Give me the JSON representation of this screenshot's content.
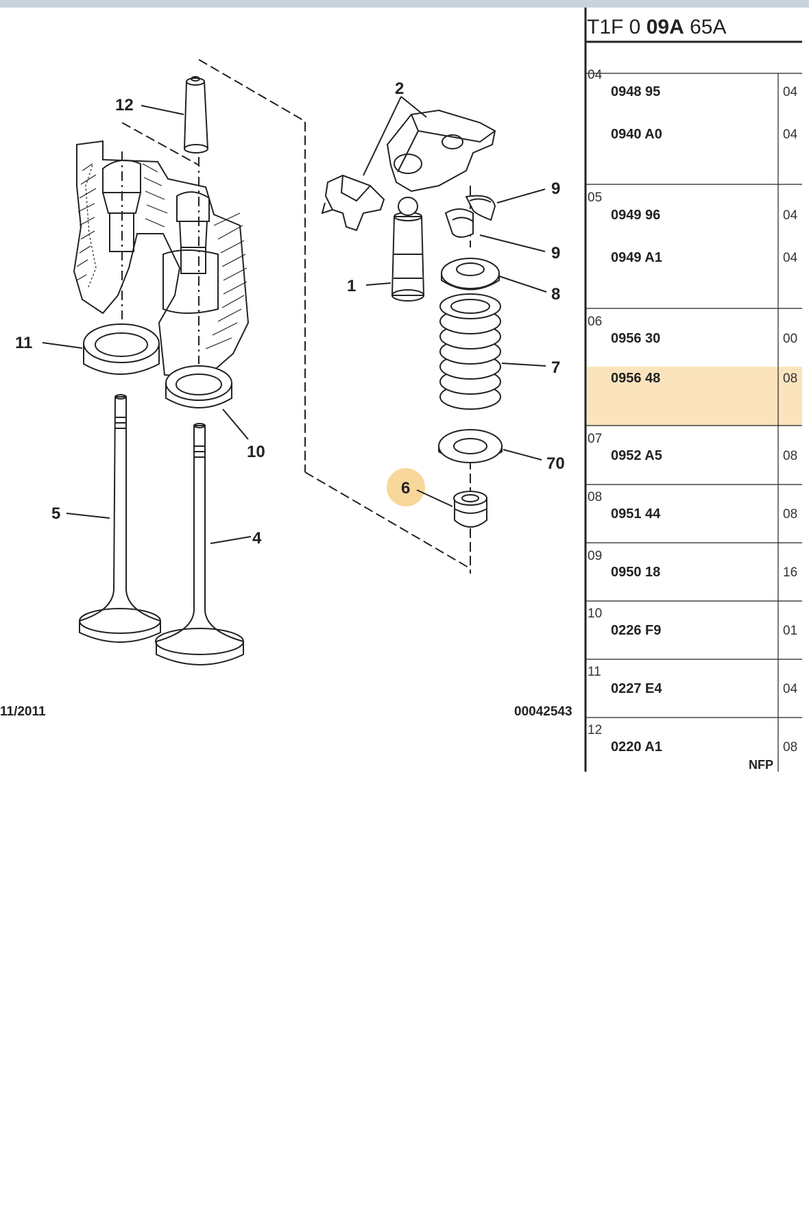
{
  "diagram": {
    "callouts": [
      "12",
      "2",
      "9",
      "9",
      "1",
      "8",
      "11",
      "7",
      "10",
      "70",
      "6",
      "5",
      "4"
    ],
    "footer_date": "11/2011",
    "footer_code": "00042543"
  },
  "catalog": {
    "ref_prefix": "T1F 0",
    "ref_bold": "09A",
    "ref_suffix": "65A",
    "rows": [
      {
        "group": "04",
        "parts": [
          {
            "number": "0948 95",
            "qty": "04"
          },
          {
            "number": "0940 A0",
            "qty": "04"
          }
        ]
      },
      {
        "group": "05",
        "parts": [
          {
            "number": "0949 96",
            "qty": "04"
          },
          {
            "number": "0949 A1",
            "qty": "04"
          }
        ]
      },
      {
        "group": "06",
        "parts": [
          {
            "number": "0956 30",
            "qty": "00"
          },
          {
            "number": "0956 48",
            "qty": "08",
            "highlighted": true
          }
        ]
      },
      {
        "group": "07",
        "parts": [
          {
            "number": "0952 A5",
            "qty": "08"
          }
        ]
      },
      {
        "group": "08",
        "parts": [
          {
            "number": "0951 44",
            "qty": "08"
          }
        ]
      },
      {
        "group": "09",
        "parts": [
          {
            "number": "0950 18",
            "qty": "16"
          }
        ]
      },
      {
        "group": "10",
        "parts": [
          {
            "number": "0226 F9",
            "qty": "01"
          }
        ]
      },
      {
        "group": "11",
        "parts": [
          {
            "number": "0227 E4",
            "qty": "04"
          }
        ]
      },
      {
        "group": "12",
        "parts": [
          {
            "number": "0220 A1",
            "qty": "08"
          }
        ]
      }
    ],
    "nfp": "NFP"
  },
  "colors": {
    "highlight": "#fbe4bd",
    "callout_highlight": "#f9d79a",
    "line": "#222222",
    "topbar": "#c9d3de"
  }
}
